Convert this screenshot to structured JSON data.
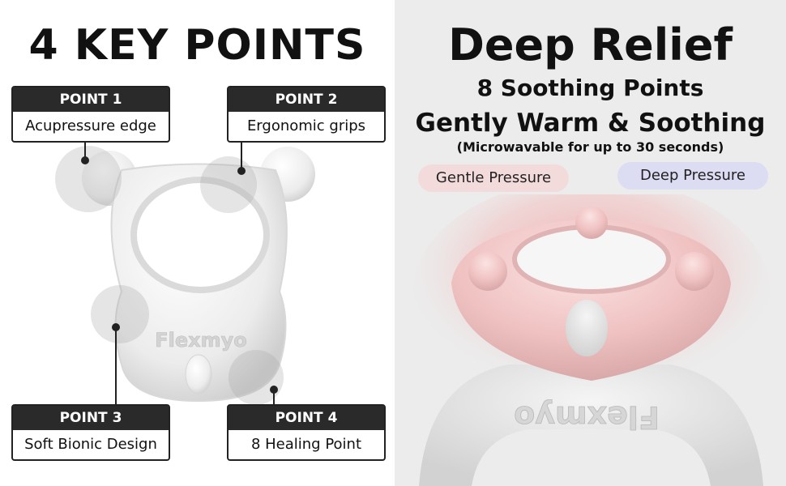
{
  "left": {
    "heading": "4 KEY POINTS",
    "brand": "Flexmyo",
    "points": [
      {
        "tag": "POINT 1",
        "text": "Acupressure edge"
      },
      {
        "tag": "POINT 2",
        "text": "Ergonomic grips"
      },
      {
        "tag": "POINT 3",
        "text": "Soft Bionic Design"
      },
      {
        "tag": "POINT 4",
        "text": "8 Healing Point"
      }
    ]
  },
  "right": {
    "title": "Deep Relief",
    "subtitle1": "8 Soothing Points",
    "subtitle2": "Gently Warm & Soothing",
    "note": "(Microwavable for up to 30 seconds)",
    "pill_gentle": "Gentle Pressure",
    "pill_deep": "Deep Pressure",
    "brand": "Flexmyo"
  },
  "colors": {
    "tag_bg": "#2a2a2a",
    "pill_gentle": "#f4dbdb",
    "pill_deep": "#dcdcf3",
    "right_bg": "#ececec",
    "warm": "#f2a0a0"
  }
}
